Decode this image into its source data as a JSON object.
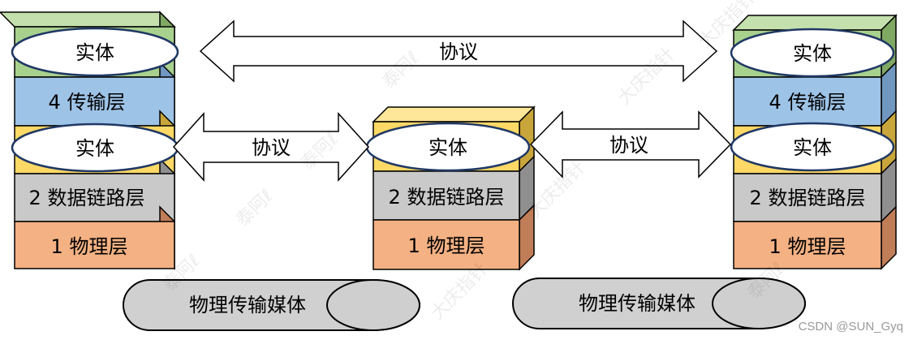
{
  "labels": {
    "entity": "实体",
    "protocol": "协议",
    "layer4": "4  传输层",
    "layer2": "2 数据链路层",
    "layer1": "1  物理层",
    "medium": "物理传输媒体"
  },
  "watermark": {
    "text_a": "泰阿ℓ",
    "text_b": "大庆指针"
  },
  "credit": "CSDN @SUN_Gyq",
  "colors": {
    "green": "#a9d18e",
    "blue": "#9dc3e6",
    "yellow": "#ffd966",
    "gray": "#c9c9c9",
    "orange": "#f4b183",
    "medium_fill": "#d0d0d0",
    "stroke": "#000000"
  }
}
